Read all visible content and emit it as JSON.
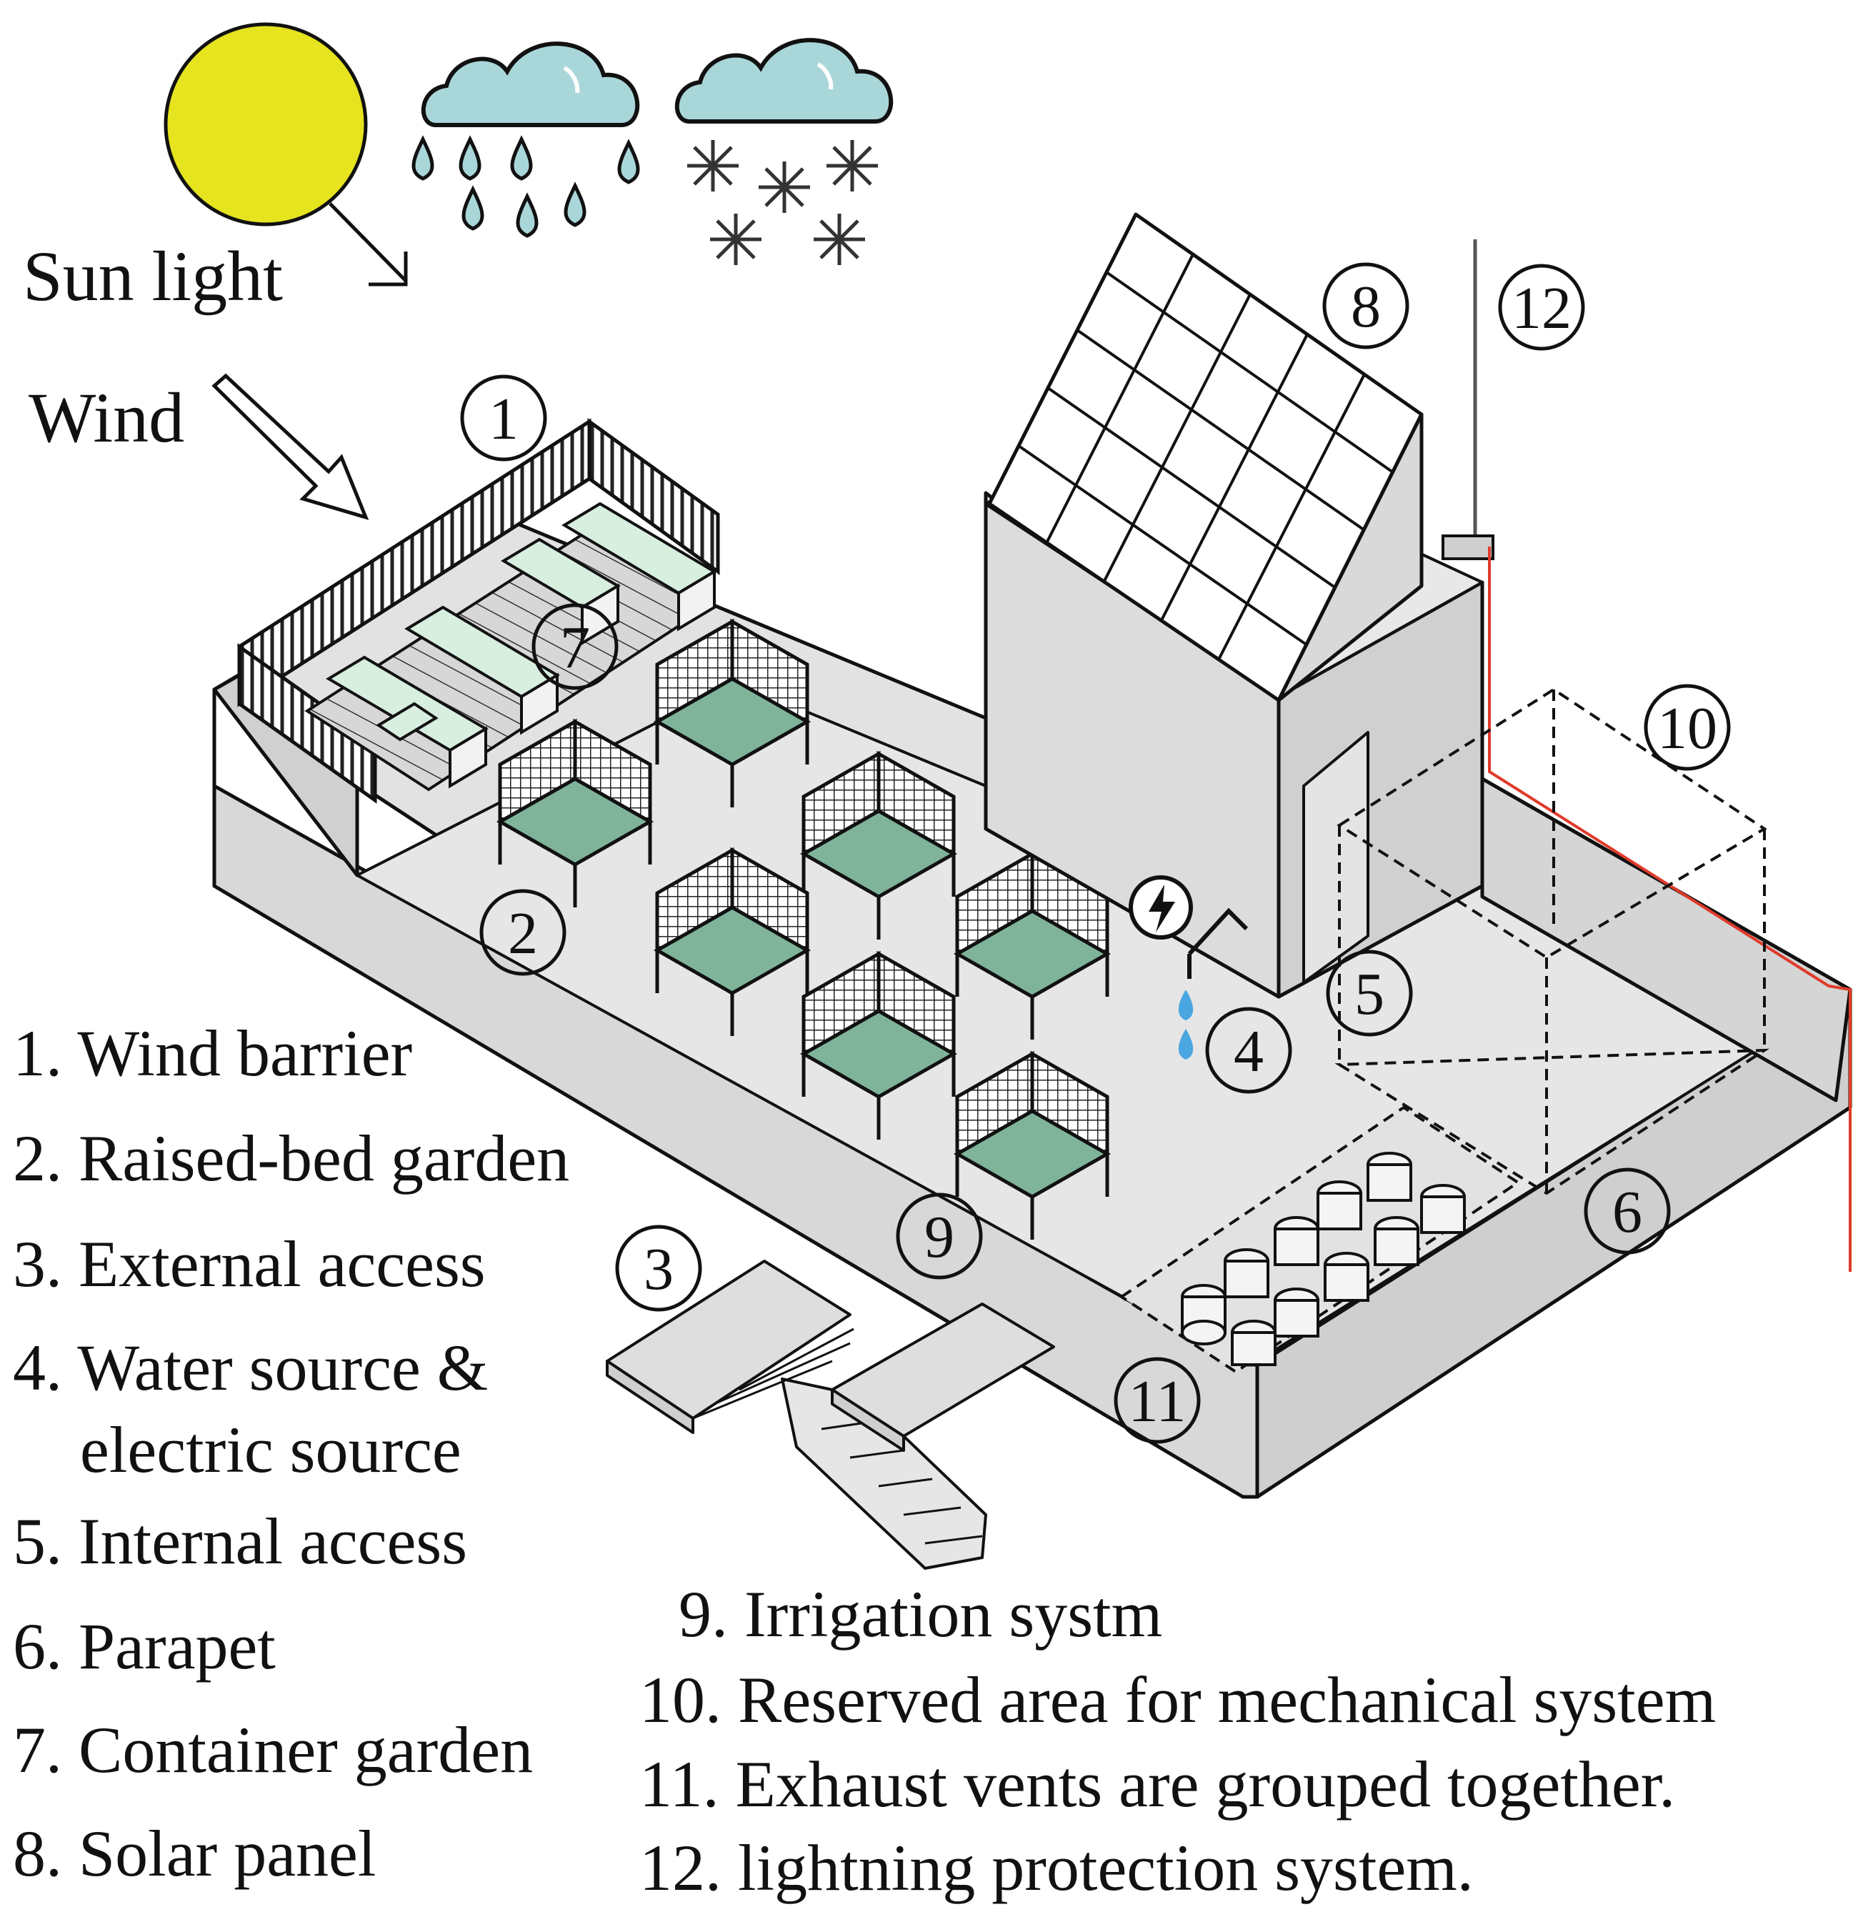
{
  "weather": {
    "sun_label": "Sun light",
    "wind_label": "Wind",
    "colors": {
      "sun": "#e6e31f",
      "cloud": "#a9d6d9",
      "rain": "#a9d6d9",
      "water_drop": "#4aa6e0",
      "lightning_rod_wire": "#e03a2a",
      "planting": "#7fb49a"
    }
  },
  "markers": [
    {
      "id": "1",
      "label": "1"
    },
    {
      "id": "2",
      "label": "2"
    },
    {
      "id": "3",
      "label": "3"
    },
    {
      "id": "4",
      "label": "4"
    },
    {
      "id": "5",
      "label": "5"
    },
    {
      "id": "6",
      "label": "6"
    },
    {
      "id": "7",
      "label": "7"
    },
    {
      "id": "8",
      "label": "8"
    },
    {
      "id": "9",
      "label": "9"
    },
    {
      "id": "10",
      "label": "10"
    },
    {
      "id": "11",
      "label": "11"
    },
    {
      "id": "12",
      "label": "12"
    }
  ],
  "legend": {
    "left": [
      "1. Wind barrier",
      "2. Raised-bed garden",
      "3. External access",
      "4. Water source &",
      "electric source",
      "5. Internal access",
      "6. Parapet",
      "7. Container garden",
      "8. Solar panel"
    ],
    "right": [
      "9. Irrigation systm",
      "10. Reserved area for mechanical system",
      "11. Exhaust vents are grouped together.",
      "12. lightning protection system."
    ]
  }
}
